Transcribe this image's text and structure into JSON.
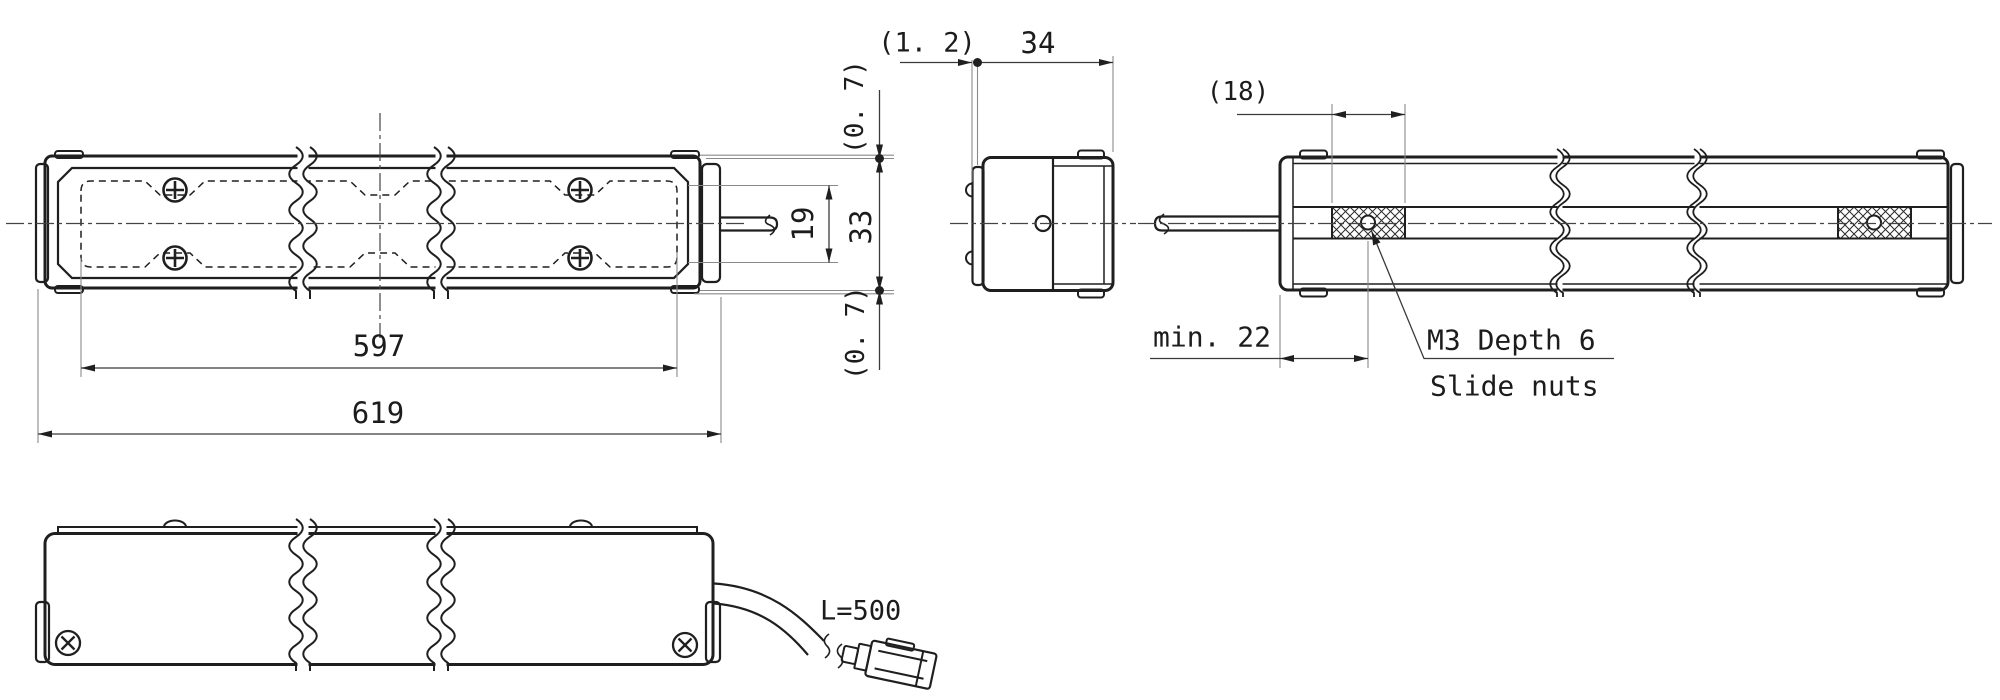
{
  "drawing": {
    "type": "engineering-drawing",
    "labels": {
      "dim_597": "597",
      "dim_619": "619",
      "dim_19": "19",
      "dim_33": "33",
      "dim_07_top": "(0. 7)",
      "dim_07_bottom": "(0. 7)",
      "dim_12": "(1. 2)",
      "dim_34": "34",
      "dim_18": "(18)",
      "dim_min22": "min. 22",
      "note_m3": "M3 Depth 6",
      "note_slide_nuts": "Slide nuts",
      "cable_length": "L=500"
    },
    "colors": {
      "object_line": "#1f1f1f",
      "dimension_line": "#3a3a3a",
      "extension_line": "#8a8a8a",
      "background": "#ffffff"
    }
  }
}
